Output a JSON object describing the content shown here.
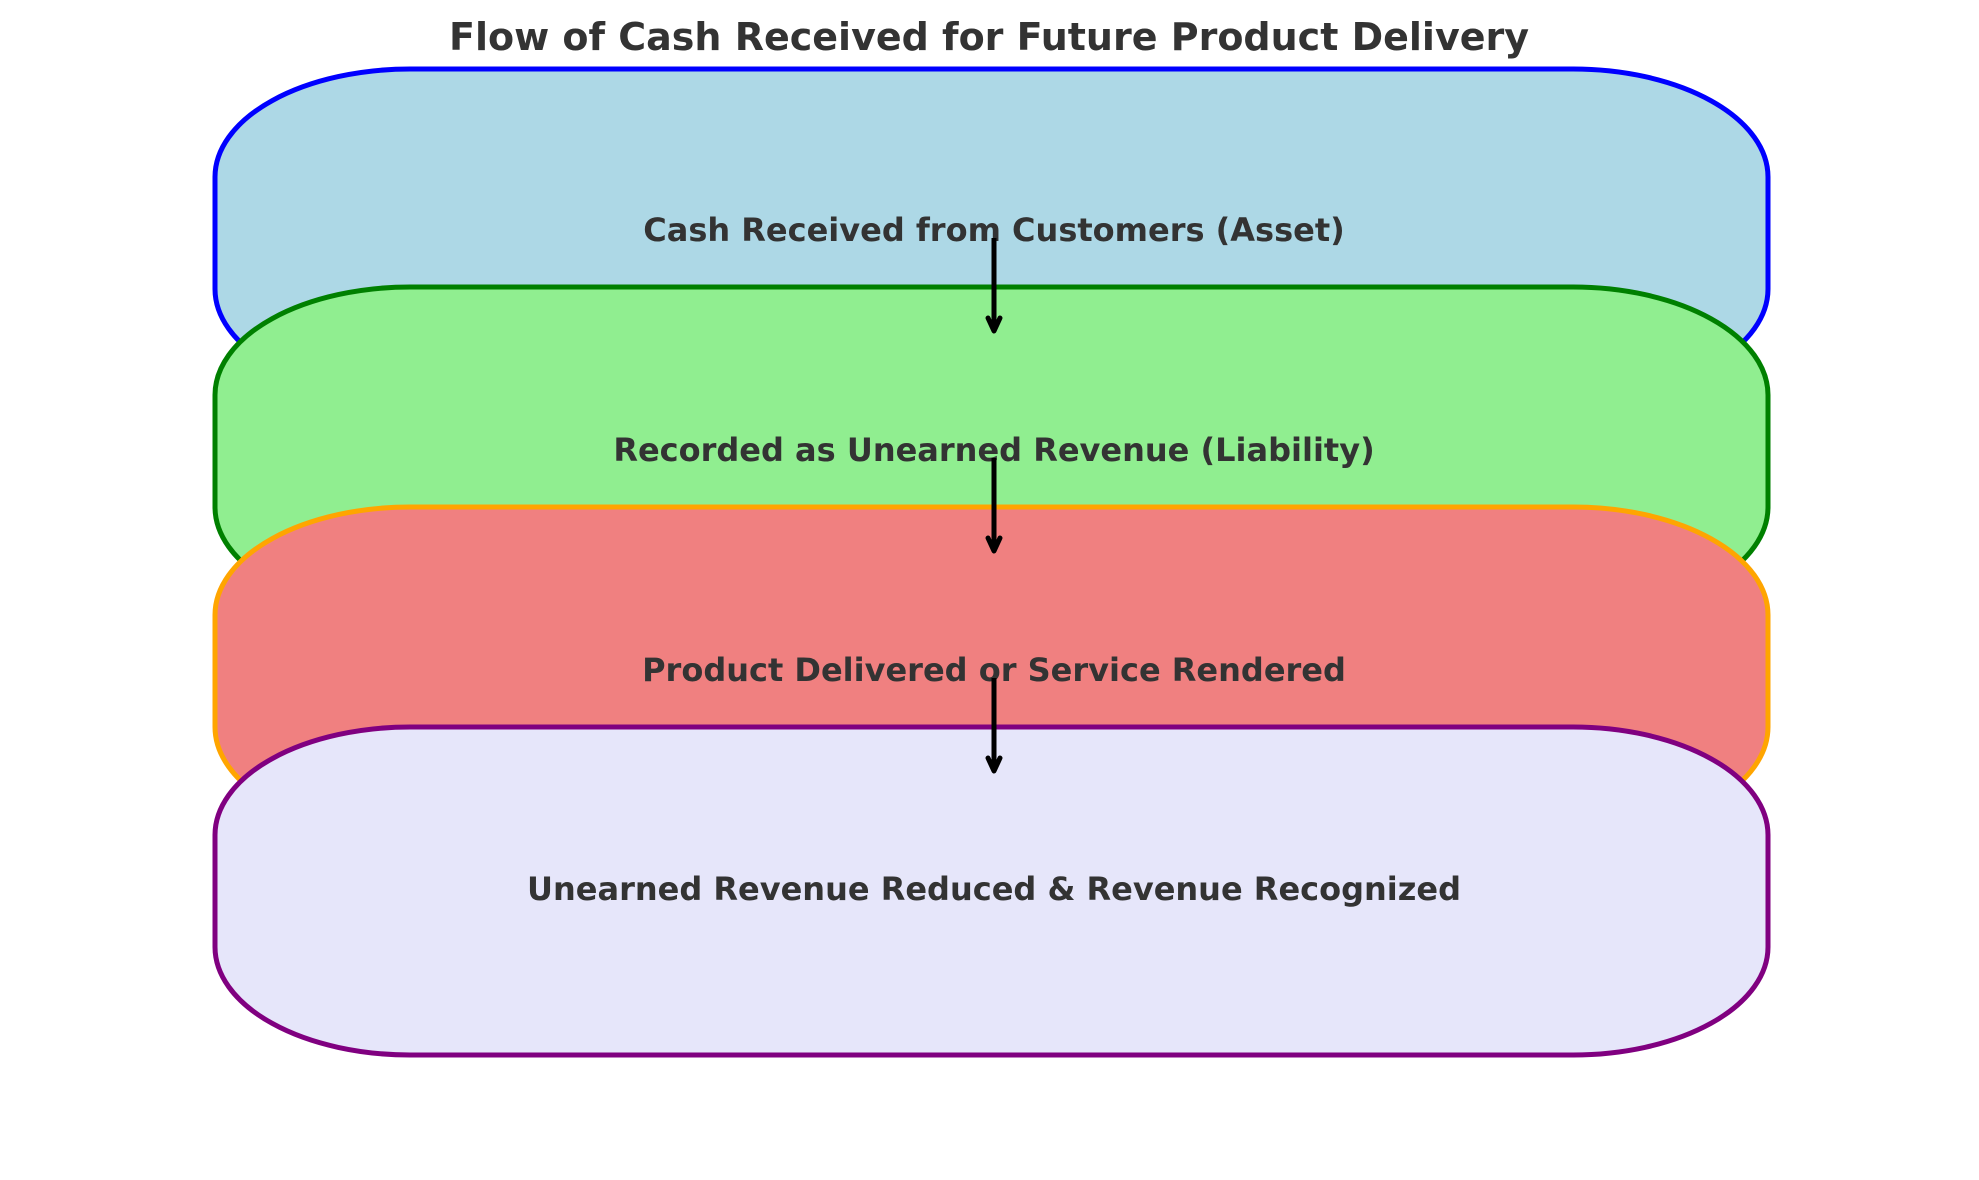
{
  "title": "Flow of Cash Received for Future Product Delivery",
  "nodes": [
    {
      "label": "Cash Received from Customers (Asset)",
      "fill": "#add8e6",
      "stroke": "#0000ff"
    },
    {
      "label": "Recorded as Unearned Revenue (Liability)",
      "fill": "#90ee90",
      "stroke": "#008000"
    },
    {
      "label": "Product Delivered or Service Rendered",
      "fill": "#f08080",
      "stroke": "#ffa500"
    },
    {
      "label": "Unearned Revenue Reduced & Revenue Recognized",
      "fill": "#e6e6fa",
      "stroke": "#800080"
    }
  ],
  "arrow_color": "#000000",
  "text_color": "#333333"
}
